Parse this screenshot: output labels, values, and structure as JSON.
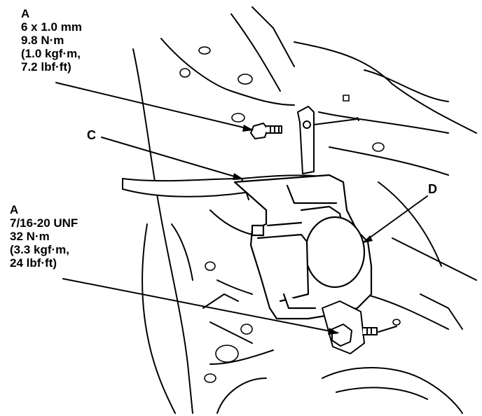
{
  "callout_upper": {
    "letter": "A",
    "size": "6 x 1.0 mm",
    "torque_nm": "9.8 N·m",
    "torque_kgf": "(1.0 kgf·m,",
    "torque_lbf": "7.2 lbf·ft)"
  },
  "callout_lower": {
    "letter": "A",
    "size": "7/16-20 UNF",
    "torque_nm": "32 N·m",
    "torque_kgf": "(3.3 kgf·m,",
    "torque_lbf": "24 lbf·ft)"
  },
  "labels": {
    "belt": "C",
    "retractor": "D"
  },
  "colors": {
    "line": "#000000",
    "background": "#ffffff"
  }
}
